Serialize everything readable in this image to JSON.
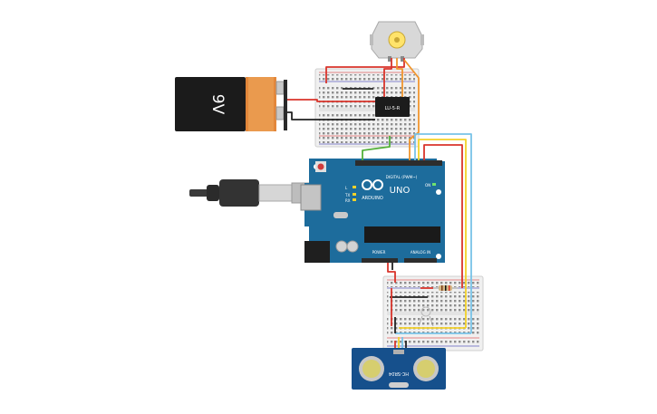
{
  "battery": {
    "label": "9V"
  },
  "arduino": {
    "brand": "ARDUINO",
    "model": "UNO",
    "digital_header": "DIGITAL (PWM~)",
    "analog_header": "ANALOG IN",
    "power_header": "POWER",
    "on_label": "ON",
    "tx_label": "TX",
    "rx_label": "RX",
    "l_label": "L"
  },
  "relay": {
    "label": "LU-5-R"
  },
  "sensor": {
    "label": "HC-SR04"
  },
  "wire_colors": {
    "red": "#d9342b",
    "black": "#222222",
    "orange": "#f0962e",
    "yellow": "#f2d12a",
    "blue": "#78c3e8",
    "green": "#53b03a",
    "board": "#1d6c9c"
  }
}
